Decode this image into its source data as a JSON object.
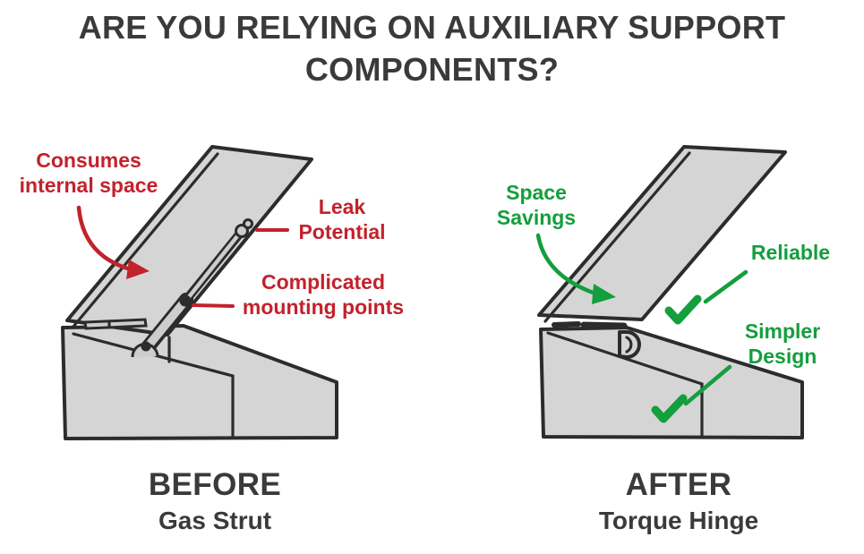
{
  "page": {
    "title": "ARE YOU RELYING ON AUXILIARY SUPPORT COMPONENTS?"
  },
  "colors": {
    "negative_red": "#c2222c",
    "positive_green": "#149e3d",
    "ink": "#2c2c2c",
    "heading": "#3a3a3a",
    "surface": "#d5d5d5",
    "surface_light": "#e9e9e9",
    "metal": "#cdcdcd",
    "background": "#ffffff"
  },
  "before": {
    "heading": "BEFORE",
    "subheading": "Gas Strut",
    "callouts": {
      "consumes": "Consumes internal space",
      "leak": "Leak Potential",
      "mounting": "Complicated mounting points"
    }
  },
  "after": {
    "heading": "AFTER",
    "subheading": "Torque Hinge",
    "callouts": {
      "space": "Space Savings",
      "reliable": "Reliable",
      "simpler": "Simpler Design"
    }
  }
}
